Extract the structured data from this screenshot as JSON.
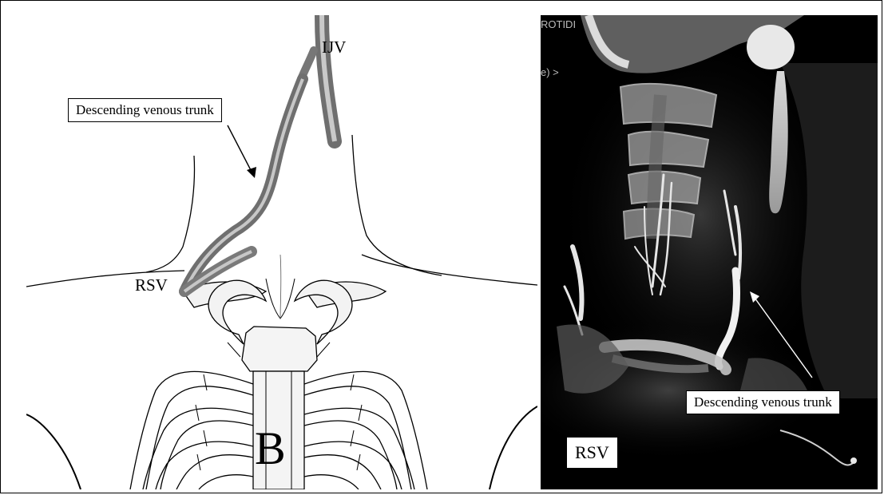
{
  "left_panel": {
    "labels": {
      "ijv": "IJV",
      "trunk": "Descending venous trunk",
      "rsv": "RSV",
      "panel_letter": "B"
    }
  },
  "right_panel": {
    "labels": {
      "trunk": "Descending venous trunk",
      "rsv": "RSV",
      "overlay_top": "ROTIDI",
      "overlay_side": "e) >"
    }
  },
  "colors": {
    "vein": "#8a8a8a",
    "vein_highlight": "#c7c7c7",
    "line": "#000000",
    "ct_background": "#000000"
  }
}
